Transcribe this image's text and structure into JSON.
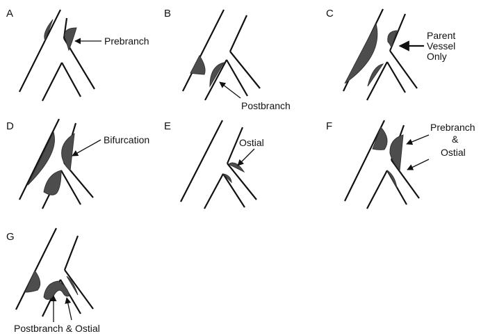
{
  "panels": [
    {
      "letter": "A",
      "label_lines": [
        "Prebranch"
      ]
    },
    {
      "letter": "B",
      "label_lines": [
        "Postbranch"
      ]
    },
    {
      "letter": "C",
      "label_lines": [
        "Parent",
        "Vessel",
        "Only"
      ]
    },
    {
      "letter": "D",
      "label_lines": [
        "Bifurcation"
      ]
    },
    {
      "letter": "E",
      "label_lines": [
        "Ostial"
      ]
    },
    {
      "letter": "F",
      "label_lines": [
        "Prebranch",
        "&",
        "Ostial"
      ]
    },
    {
      "letter": "G",
      "label_lines": [
        "Postbranch & Ostial"
      ]
    }
  ],
  "colors": {
    "plaque": "#4d4d4d",
    "stroke": "#111111",
    "background": "#ffffff"
  }
}
